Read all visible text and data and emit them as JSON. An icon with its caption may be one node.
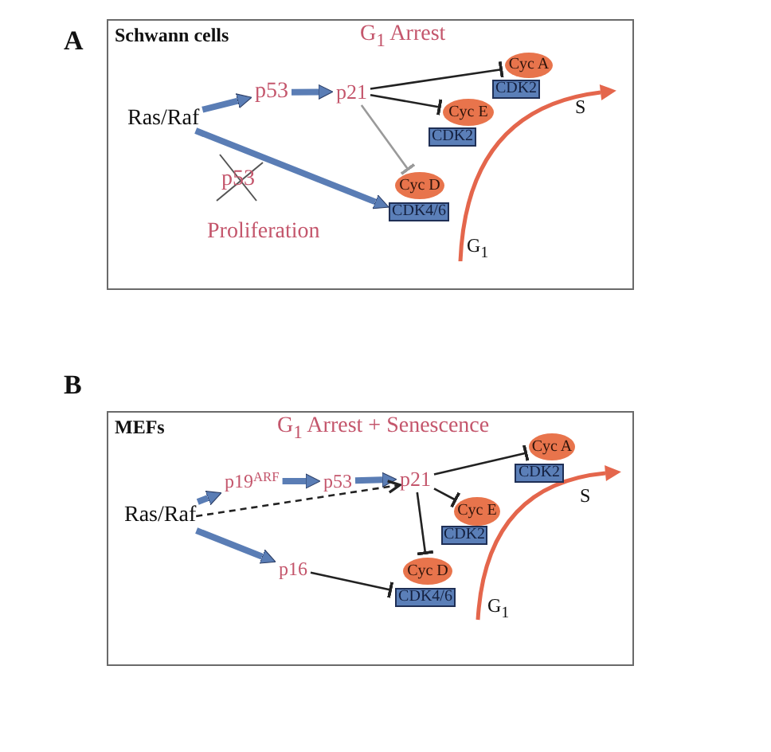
{
  "diagram": {
    "nodes": [
      {
        "text": [
          "Schwann cells",
          "G$_{1}$ Arrest"
        ]
      },
      {
        "text": [
          "Ras/Raf"
        ],
        "in": 0
      },
      {
        "text": [
          "p53"
        ],
        "in": 0
      },
      {
        "text": [
          "p21"
        ],
        "in": 0
      },
      {
        "text": [
          "Cyc A"
        ],
        "in": 0
      },
      {
        "text": [
          "CDK2"
        ],
        "in": 0
      },
      {
        "text": [
          "Cyc E"
        ],
        "in": 0
      },
      {
        "text": [
          "CDK2"
        ],
        "in": 0
      },
      {
        "text": [
          "Cyc D"
        ],
        "in": 0
      },
      {
        "text": [
          "CDK4/6"
        ],
        "in": 0
      },
      {
        "text": [
          "MEFs",
          "G$_{1}$ Arrest + Senescence"
        ]
      },
      {
        "text": [
          "Ras/Raf"
        ],
        "in": 10
      },
      {
        "text": [
          "p19$^{ARF}$"
        ],
        "in": 10
      },
      {
        "text": [
          "p53"
        ],
        "in": 10
      },
      {
        "text": [
          "p21"
        ],
        "in": 10
      },
      {
        "text": [
          "Cyc A"
        ],
        "in": 10
      },
      {
        "text": [
          "CDK2"
        ],
        "in": 10
      },
      {
        "text": [
          "Cyc E"
        ],
        "in": 10
      },
      {
        "text": [
          "CDK2"
        ],
        "in": 10
      },
      {
        "text": [
          "Cyc D"
        ],
        "in": 10
      },
      {
        "text": [
          "CDK4/6"
        ],
        "in": 10
      },
      {
        "text": [
          "p16"
        ],
        "in": 10
      }
    ],
    "edges": [
      {
        "from": 1,
        "to": 2,
        "arrow": "to",
        "style": "thick",
        "color": "#5a7db5"
      },
      {
        "from": 2,
        "to": 3,
        "arrow": "to",
        "style": "thick",
        "color": "#5a7db5"
      },
      {
        "from": 1,
        "to": 9,
        "arrow": "to",
        "style": "thick",
        "color": "#5a7db5"
      },
      {
        "from": 3,
        "to": 4,
        "arrow": "other",
        "color": "#222222"
      },
      {
        "from": 3,
        "to": 6,
        "arrow": "other",
        "color": "#222222"
      },
      {
        "from": 3,
        "to": 8,
        "arrow": "other",
        "color": "#9a9a9a"
      },
      {
        "from": 11,
        "to": 12,
        "arrow": "to",
        "style": "thick",
        "color": "#5a7db5"
      },
      {
        "from": 12,
        "to": 13,
        "arrow": "to",
        "style": "thick",
        "color": "#5a7db5"
      },
      {
        "from": 13,
        "to": 14,
        "arrow": "to",
        "style": "thick",
        "color": "#5a7db5"
      },
      {
        "from": 11,
        "to": 14,
        "arrow": "to",
        "style": "dashed",
        "color": "#222222"
      },
      {
        "from": 11,
        "to": 21,
        "arrow": "to",
        "style": "thick",
        "color": "#5a7db5"
      },
      {
        "from": 14,
        "to": 15,
        "arrow": "other",
        "color": "#222222"
      },
      {
        "from": 14,
        "to": 17,
        "arrow": "other",
        "color": "#222222"
      },
      {
        "from": 14,
        "to": 19,
        "arrow": "other",
        "color": "#222222"
      },
      {
        "from": 21,
        "to": 20,
        "arrow": "other",
        "color": "#222222"
      }
    ],
    "labels": [
      "A",
      "p53",
      "Proliferation",
      "S",
      "G$_{1}$",
      "B",
      "S",
      "G$_{1}$"
    ]
  }
}
